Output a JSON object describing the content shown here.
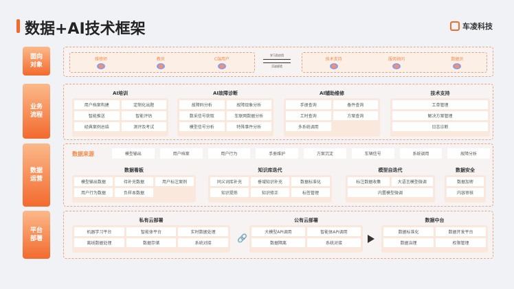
{
  "title": "数据+AI技术框架",
  "logo": "车凌科技",
  "rows": {
    "objects": {
      "label": "面向对象",
      "left": [
        "维修师",
        "教员",
        "C端用户"
      ],
      "right": [
        "技术支持",
        "服务顾问",
        "数据员"
      ],
      "arrow_top": "学习及应用",
      "arrow_bottom": "沉淀经验"
    },
    "business": {
      "label": "业务流程",
      "groups": [
        {
          "title": "AI培训",
          "items": [
            "用户档案构建",
            "定制化出题",
            "智能推送",
            "智能评估",
            "经典案例总结",
            "测评及考试"
          ]
        },
        {
          "title": "AI故障诊断",
          "items": [
            "故障码分析",
            "故障现象分析",
            "数采信号获取",
            "车联网数据分析",
            "模型信号分析",
            "特殊事件分析"
          ]
        },
        {
          "title": "AI辅助维修",
          "items": [
            "手册查询",
            "备件查询",
            "工时查询",
            "方案查询",
            "多系统调用"
          ]
        },
        {
          "title": "技术支持",
          "items": [
            "工单管理",
            "解决方案管理",
            "日志诊断"
          ]
        }
      ]
    },
    "ops": {
      "label": "数据运营",
      "source_label": "数据来源",
      "sources": [
        "模型输出",
        "用户档案",
        "用户行为",
        "手册维护",
        "方案沉淀",
        "车辆信号",
        "系统调用",
        "故障分析"
      ],
      "groups": [
        {
          "title": "数据看板",
          "items": [
            "模型输出数据",
            "待补充数据",
            "用户标注案例",
            "用户行为数据",
            "负样本数据"
          ]
        },
        {
          "title": "知识库迭代",
          "items": [
            "同义词库补充",
            "垂域知识补充",
            "数据标准化",
            "知识提炼",
            "知识修正",
            "标签管理"
          ]
        },
        {
          "title": "模型自迭代",
          "items": [
            "标注数据收集",
            "大语言模型微调",
            "内置模型微调"
          ]
        },
        {
          "title": "数据安全",
          "items": [
            "数据加密",
            "内容审核"
          ]
        }
      ]
    },
    "platform": {
      "label": "平台部署",
      "groups": [
        {
          "title": "私有云部署",
          "items": [
            "机器学习平台",
            "智能体平台",
            "实时数据处理",
            "离线数据处理",
            "数据存储",
            "系统对接"
          ]
        },
        {
          "title": "公有云部署",
          "items": [
            "大模型API调用",
            "智能体API调用",
            "数据隔离",
            "系统对接"
          ]
        },
        {
          "title": "数据中台",
          "items": [
            "数据标准化",
            "数据开发平台",
            "数据治理",
            "权限管理"
          ]
        }
      ]
    }
  }
}
